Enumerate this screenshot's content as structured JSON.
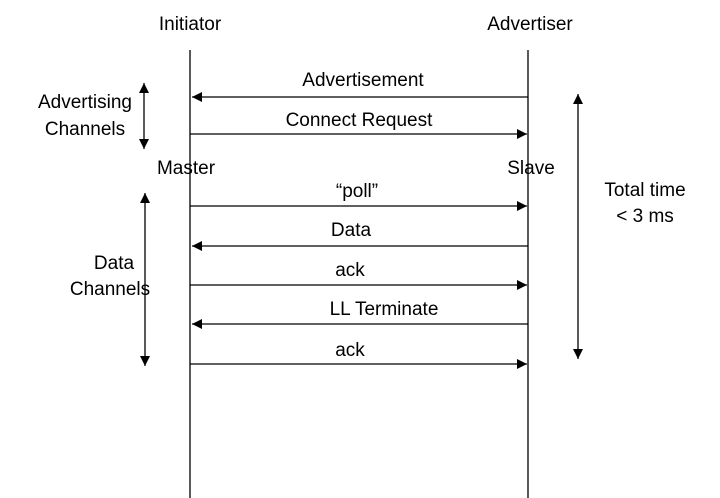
{
  "participants": {
    "left_top": "Initiator",
    "right_top": "Advertiser",
    "left_bottom": "Master",
    "right_bottom": "Slave"
  },
  "messages": [
    {
      "label": "Advertisement",
      "direction": "right-to-left"
    },
    {
      "label": "Connect Request",
      "direction": "left-to-right"
    },
    {
      "label": "“poll”",
      "direction": "left-to-right"
    },
    {
      "label": "Data",
      "direction": "right-to-left"
    },
    {
      "label": "ack",
      "direction": "left-to-right"
    },
    {
      "label": "LL Terminate",
      "direction": "right-to-left"
    },
    {
      "label": "ack",
      "direction": "left-to-right"
    }
  ],
  "annotations": {
    "advertising_channels": [
      "Advertising",
      "Channels"
    ],
    "data_channels": [
      "Data",
      "Channels"
    ],
    "total_time": [
      "Total time",
      "< 3 ms"
    ]
  },
  "colors": {
    "line": "#000000",
    "background": "#ffffff"
  }
}
